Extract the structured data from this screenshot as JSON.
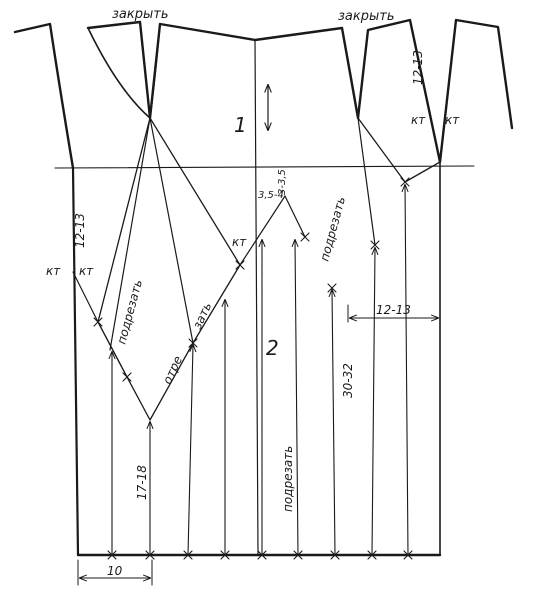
{
  "labels": {
    "close_left": "закрыть",
    "close_right": "закрыть",
    "region_1": "1",
    "region_2": "2",
    "kt_left_a": "кт",
    "kt_left_b": "кт",
    "kt_center": "кт",
    "kt_right_a": "кт",
    "kt_right_b": "кт",
    "m_12_13_left": "12-13",
    "m_12_13_right_top": "12-13",
    "m_12_13_right_mid": "12-13",
    "m_35_4": "3,5-4",
    "m_3_35": "3-3,5",
    "m_17_18": "17-18",
    "m_30_32": "30-32",
    "m_10": "10",
    "cut_left": "подрезать",
    "cut_right": "подрезать",
    "cut_bottom": "подрезать",
    "cut_off_a": "отре",
    "cut_off_b": "зать"
  },
  "colors": {
    "ink": "#1a1a1a",
    "paper": "#ffffff"
  }
}
